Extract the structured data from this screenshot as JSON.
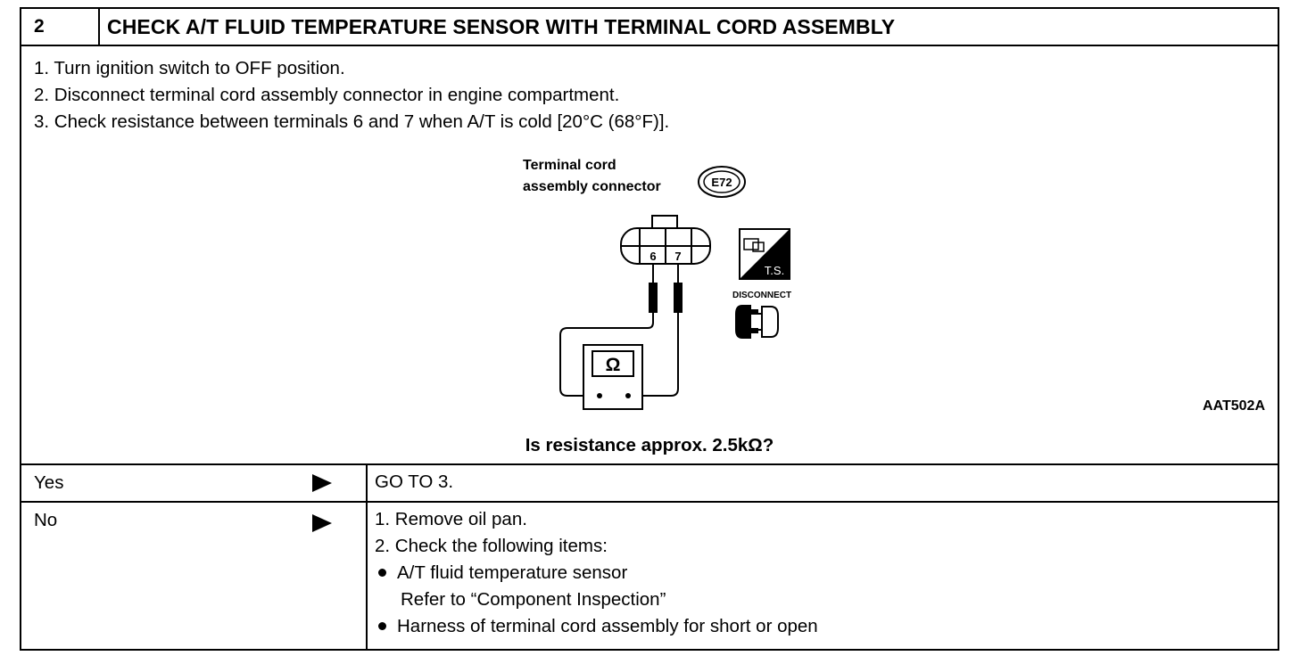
{
  "header": {
    "step_number": "2",
    "title": "CHECK A/T FLUID TEMPERATURE SENSOR WITH TERMINAL CORD ASSEMBLY"
  },
  "instructions": [
    "1.  Turn ignition switch to OFF position.",
    "2.  Disconnect terminal cord assembly connector in engine compartment.",
    "3.  Check resistance between terminals 6 and 7 when A/T is cold [20°C (68°F)]."
  ],
  "diagram": {
    "connector_label_line1": "Terminal cord",
    "connector_label_line2": "assembly connector",
    "connector_id": "E72",
    "terminal_a": "6",
    "terminal_b": "7",
    "meter_symbol": "Ω",
    "ts_label": "T.S.",
    "disconnect_label": "DISCONNECT",
    "reference_code": "AAT502A"
  },
  "question": "Is resistance approx. 2.5kΩ?",
  "answers": {
    "yes": {
      "label": "Yes",
      "result": "GO TO 3."
    },
    "no": {
      "label": "No",
      "steps": [
        "1.  Remove oil pan.",
        "2.  Check the following items:"
      ],
      "items": [
        {
          "text": "A/T fluid temperature sensor",
          "sub": "Refer to “Component Inspection”"
        },
        {
          "text": "Harness of terminal cord assembly for short or open",
          "sub": ""
        }
      ]
    }
  }
}
